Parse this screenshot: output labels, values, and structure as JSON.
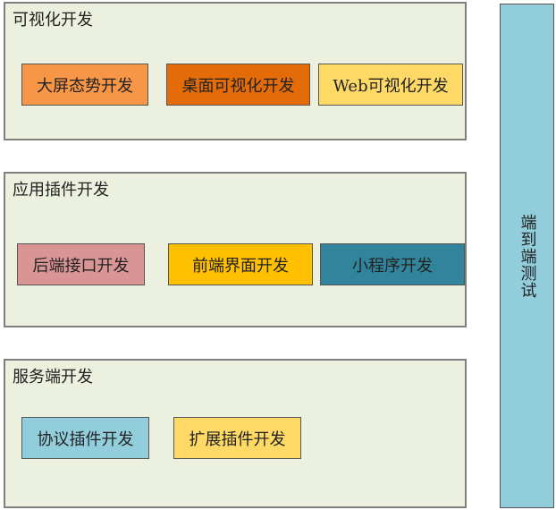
{
  "groups": [
    {
      "title": "可视化开发",
      "items": [
        {
          "label": "大屏态势开发",
          "color": "#f79646"
        },
        {
          "label": "桌面可视化开发",
          "color": "#e36c09"
        },
        {
          "label": "Web可视化开发",
          "color": "#ffd966"
        }
      ]
    },
    {
      "title": "应用插件开发",
      "items": [
        {
          "label": "后端接口开发",
          "color": "#d99594"
        },
        {
          "label": "前端界面开发",
          "color": "#ffc000"
        },
        {
          "label": "小程序开发",
          "color": "#31849b"
        }
      ]
    },
    {
      "title": "服务端开发",
      "items": [
        {
          "label": "协议插件开发",
          "color": "#92cddc"
        },
        {
          "label": "扩展插件开发",
          "color": "#ffd966"
        }
      ]
    }
  ],
  "side": {
    "label": "端到端测试",
    "color": "#92cddc"
  }
}
